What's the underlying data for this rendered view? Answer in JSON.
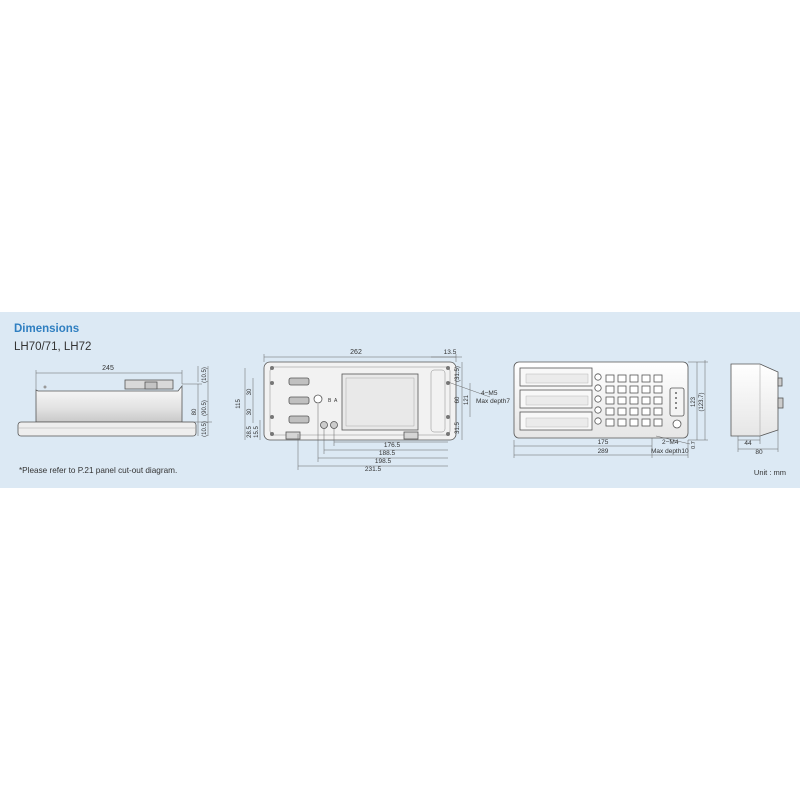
{
  "header": {
    "title": "Dimensions",
    "models": "LH70/71, LH72"
  },
  "side_view": {
    "width": "245",
    "height_top": "(10.5)",
    "height_total": "80",
    "height_inner": "(90.5)",
    "height_base": "(10.5)"
  },
  "rear_view": {
    "width_top": "262",
    "width_right": "13.5",
    "heights_left": [
      "115",
      "30",
      "30",
      "28.5",
      "15.5"
    ],
    "heights_right": [
      "(31.5)",
      "60",
      "121",
      "31.5"
    ],
    "screw_note_1": "4−M5",
    "screw_note_2": "Max depth7",
    "widths_bottom": [
      "176.5",
      "188.5",
      "198.5",
      "231.5"
    ],
    "button_labels": [
      "B",
      "A"
    ]
  },
  "front_view": {
    "width_inner": "175",
    "width_total": "289",
    "screw_note_1": "2−M4",
    "screw_note_2": "Max depth10",
    "height_inner": "123",
    "height_total": "(123.7)",
    "height_small": "0.7"
  },
  "end_view": {
    "depth_1": "44",
    "depth_2": "80"
  },
  "footnote": "*Please refer to P.21 panel cut-out diagram.",
  "unit": "Unit : mm"
}
